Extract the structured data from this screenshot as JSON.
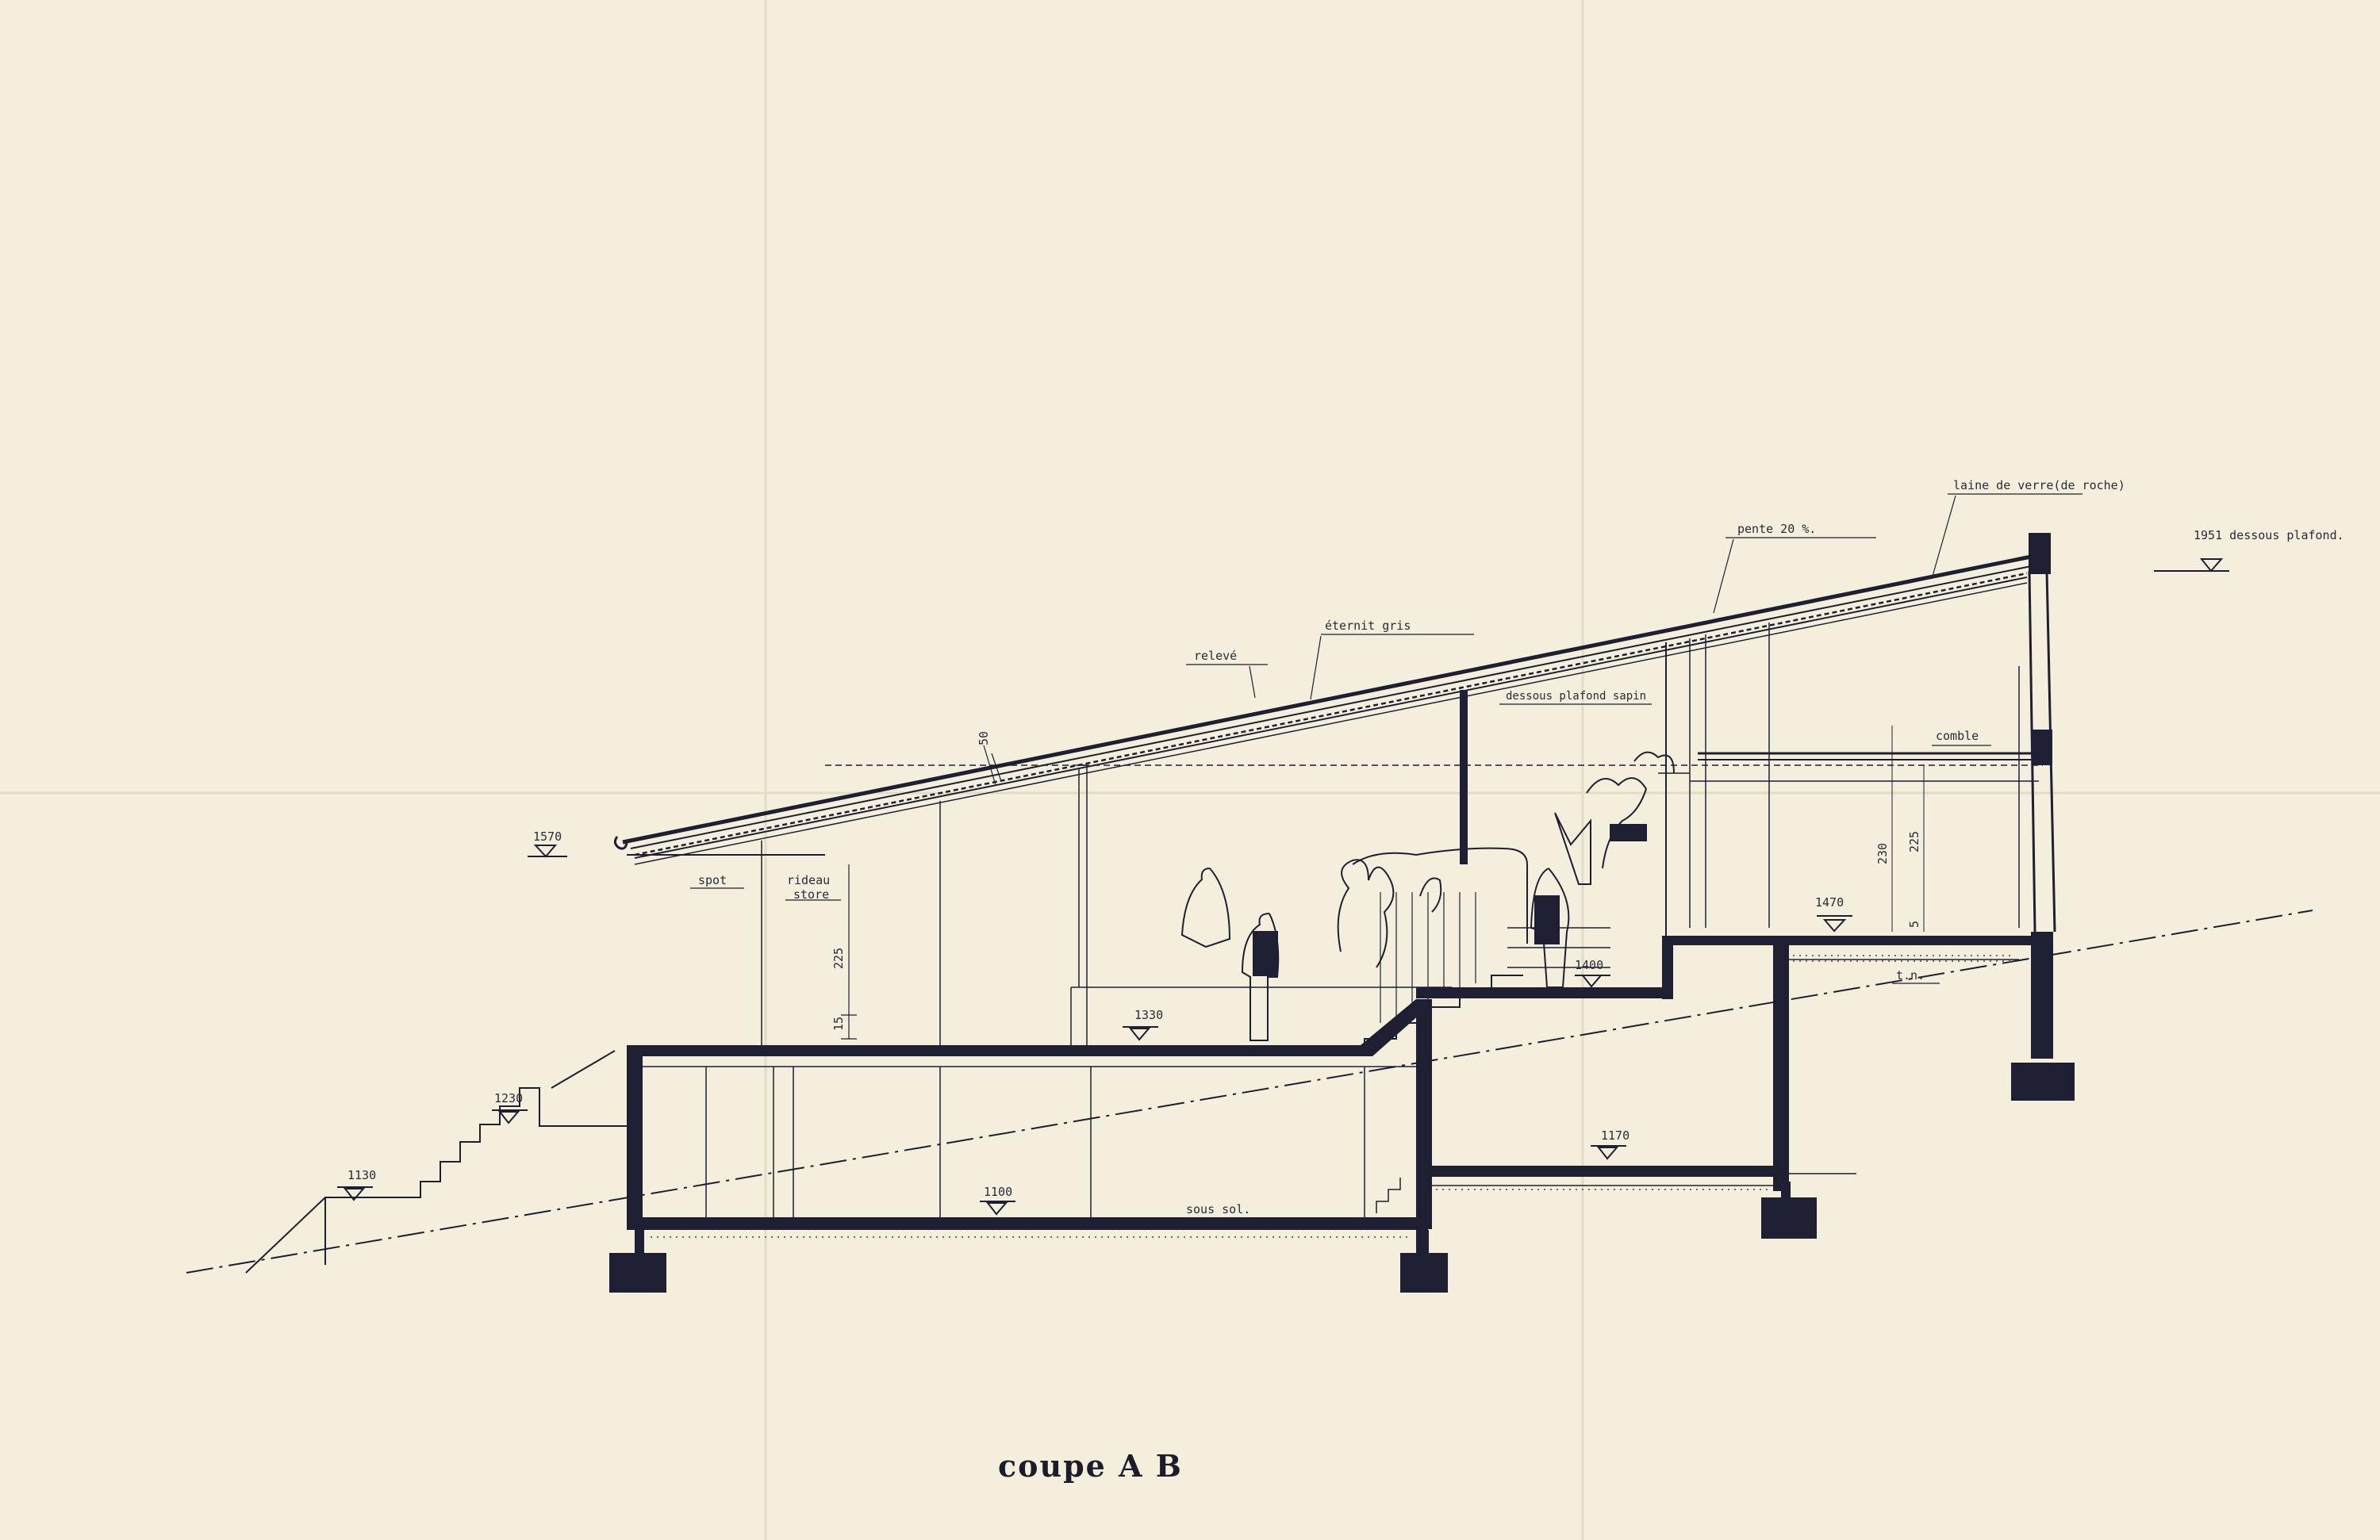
{
  "drawing": {
    "title": "coupe A B",
    "ink_color": "#1f1f33",
    "paper_color": "#f3efdc",
    "annotations": {
      "laine": "laine de verre(de roche)",
      "pente": "pente 20 %.",
      "eternit": "éternit gris",
      "releve": "relevé",
      "dessous_plafond_sapin": "dessous plafond sapin",
      "comble": "comble",
      "spot": "spot",
      "rideau": "rideau",
      "store": "store",
      "sous_sol": "sous sol.",
      "tn": "t.n."
    },
    "levels": {
      "l1951": "1951 dessous plafond.",
      "l1570": "1570",
      "l1470": "1470",
      "l1400": "1400",
      "l1330": "1330",
      "l1230": "1230",
      "l1170": "1170",
      "l1130": "1130",
      "l1100": "1100"
    },
    "dimensions": {
      "d50": "50",
      "d225_left": "225",
      "d15": "15",
      "d230": "230",
      "d225_right": "225",
      "d5": "5"
    }
  }
}
